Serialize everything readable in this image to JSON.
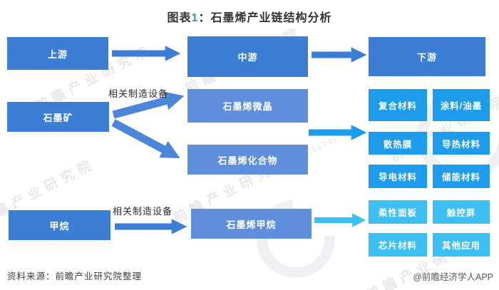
{
  "title": {
    "prefix": "图表",
    "num": "1",
    "rest": "：石墨烯产业链结构分析"
  },
  "colors": {
    "mid-blue": "#3C7DD6",
    "soft-blue": "#5E8EDC",
    "split-blue": "#4C86DB",
    "azure": "#1E9CEC",
    "cyan": "#3CBFF3",
    "title-num": "#2E9E97",
    "ink": "#333333"
  },
  "nodes": {
    "upstream": "上游",
    "midstream": "中游",
    "downstream": "下游",
    "graphite_ore": "石墨矿",
    "graphene_microcrystal": "石墨烯微晶",
    "graphene_compound": "石墨烯化合物",
    "methane": "甲烷",
    "graphene_methane": "石墨烯甲烷"
  },
  "labels": {
    "row2_equipment": "相关制造设备",
    "row3_equipment": "相关制造设备"
  },
  "applications": {
    "dark": [
      "复合材料",
      "涂料/油墨",
      "散热膜",
      "导热材料",
      "导电材料",
      "储能材料"
    ],
    "light": [
      "柔性面板",
      "触控屏",
      "芯片材料",
      "其他应用"
    ]
  },
  "footer": {
    "source": "资料来源：前瞻产业研究院整理",
    "credit": "@前瞻经济学人APP"
  },
  "watermark": {
    "text": "前瞻产业研究院",
    "code": "(839599)"
  }
}
